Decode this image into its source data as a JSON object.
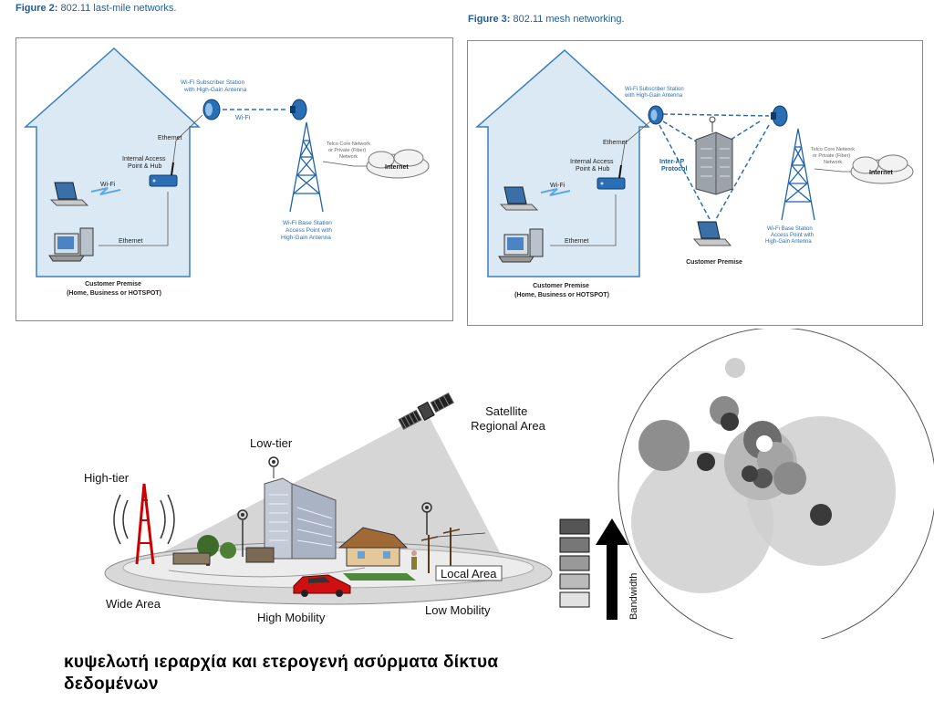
{
  "figure2": {
    "title_bold": "Figure 2:",
    "title_rest": " 802.11 last-mile networks.",
    "subscriber_station": [
      "Wi-Fi Subscriber Station",
      "with High-Gain Antenna"
    ],
    "wifi_link": "Wi-Fi",
    "ethernet_top": "Ethernet",
    "access_point": [
      "Internal Access",
      "Point & Hub"
    ],
    "wifi_laptop": "Wi-Fi",
    "ethernet_bottom": "Ethernet",
    "telco": [
      "Telco Core Network",
      "or Private (Fiber)",
      "Network"
    ],
    "internet": "Internet",
    "base_station": [
      "Wi-Fi Base Station",
      "Access Point with",
      "High-Gain Antenna"
    ],
    "premise": [
      "Customer Premise",
      "(Home, Business or HOTSPOT)"
    ]
  },
  "figure3": {
    "title_bold": "Figure 3:",
    "title_rest": " 802.11 mesh networking.",
    "subscriber_station": [
      "Wi-Fi Subscriber Station",
      "with High-Gain Antenna"
    ],
    "ethernet_top": "Ethernet",
    "access_point": [
      "Internal Access",
      "Point & Hub"
    ],
    "wifi_laptop": "Wi-Fi",
    "ethernet_bottom": "Ethernet",
    "inter_ap": [
      "Inter-AP",
      "Protocol"
    ],
    "telco": [
      "Telco Core Network",
      "or Private (Fiber)",
      "Network"
    ],
    "internet": "Internet",
    "base_station": [
      "Wi-Fi Base Station",
      "Access Point with",
      "High-Gain Antenna"
    ],
    "customer_premise": "Customer Premise",
    "premise": [
      "Customer Premise",
      "(Home, Business or HOTSPOT)"
    ]
  },
  "hierarchy": {
    "satellite": [
      "Satellite",
      "Regional Area"
    ],
    "low_tier": "Low-tier",
    "high_tier": "High-tier",
    "wide_area": "Wide Area",
    "high_mobility": "High Mobility",
    "low_mobility": "Low Mobility",
    "local_area": "Local Area",
    "bandwidth": "Bandwidth"
  },
  "caption": [
    "κυψελωτή ιεραρχία και ετερογενή ασύρματα δίκτυα",
    "δεδομένων"
  ]
}
